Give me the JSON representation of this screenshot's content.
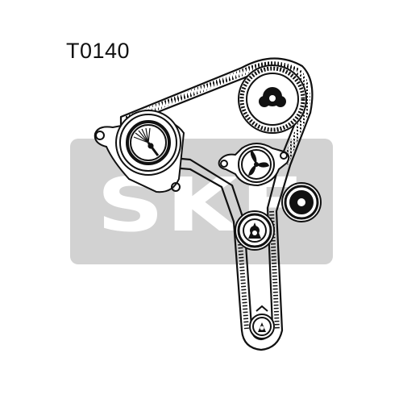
{
  "header": {
    "part_number": "T0140"
  },
  "watermark": {
    "brand": "SKF",
    "color": "#d2d2d2",
    "text_color": "#ffffff"
  },
  "diagram": {
    "stroke_color": "#111111",
    "components": [
      {
        "name": "camshaft-sprocket",
        "kind": "sprocket"
      },
      {
        "name": "tensioner-pulley",
        "kind": "tensioner"
      },
      {
        "name": "water-pump-pulley",
        "kind": "pump"
      },
      {
        "name": "idler-pulley-upper",
        "kind": "idler"
      },
      {
        "name": "idler-pulley-lower",
        "kind": "idler"
      },
      {
        "name": "crankshaft-sprocket",
        "kind": "sprocket"
      },
      {
        "name": "timing-belt",
        "kind": "belt"
      }
    ]
  }
}
